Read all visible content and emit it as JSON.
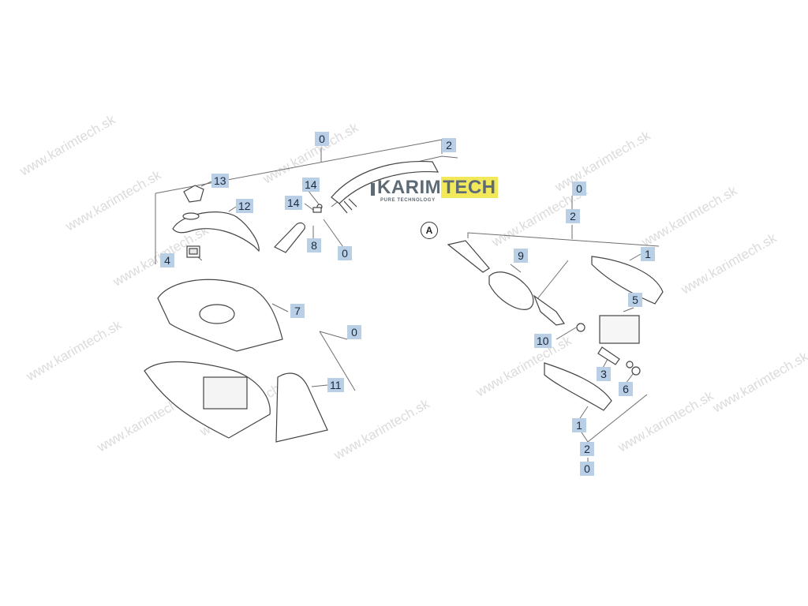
{
  "watermark": "www.karimtech.sk",
  "logo": {
    "main": "KARIM",
    "accent": "TECH",
    "tagline": "PURE TECHNOLOGY"
  },
  "section_marker": "A",
  "callouts": {
    "c0a": "0",
    "c2a": "2",
    "c13": "13",
    "c12": "12",
    "c14a": "14",
    "c14b": "14",
    "c8": "8",
    "c0b": "0",
    "c4": "4",
    "c7": "7",
    "c0c": "0",
    "c11": "11",
    "c0d": "0",
    "c2b": "2",
    "c9": "9",
    "c1a": "1",
    "c5": "5",
    "c10": "10",
    "c3": "3",
    "c6": "6",
    "c1b": "1",
    "c2c": "2",
    "c0e": "0"
  },
  "colors": {
    "callout_bg": "#b8cfe6",
    "line": "#6e6e6e",
    "logo_gray": "#5f6b74",
    "logo_yellow": "#f1e95a"
  }
}
